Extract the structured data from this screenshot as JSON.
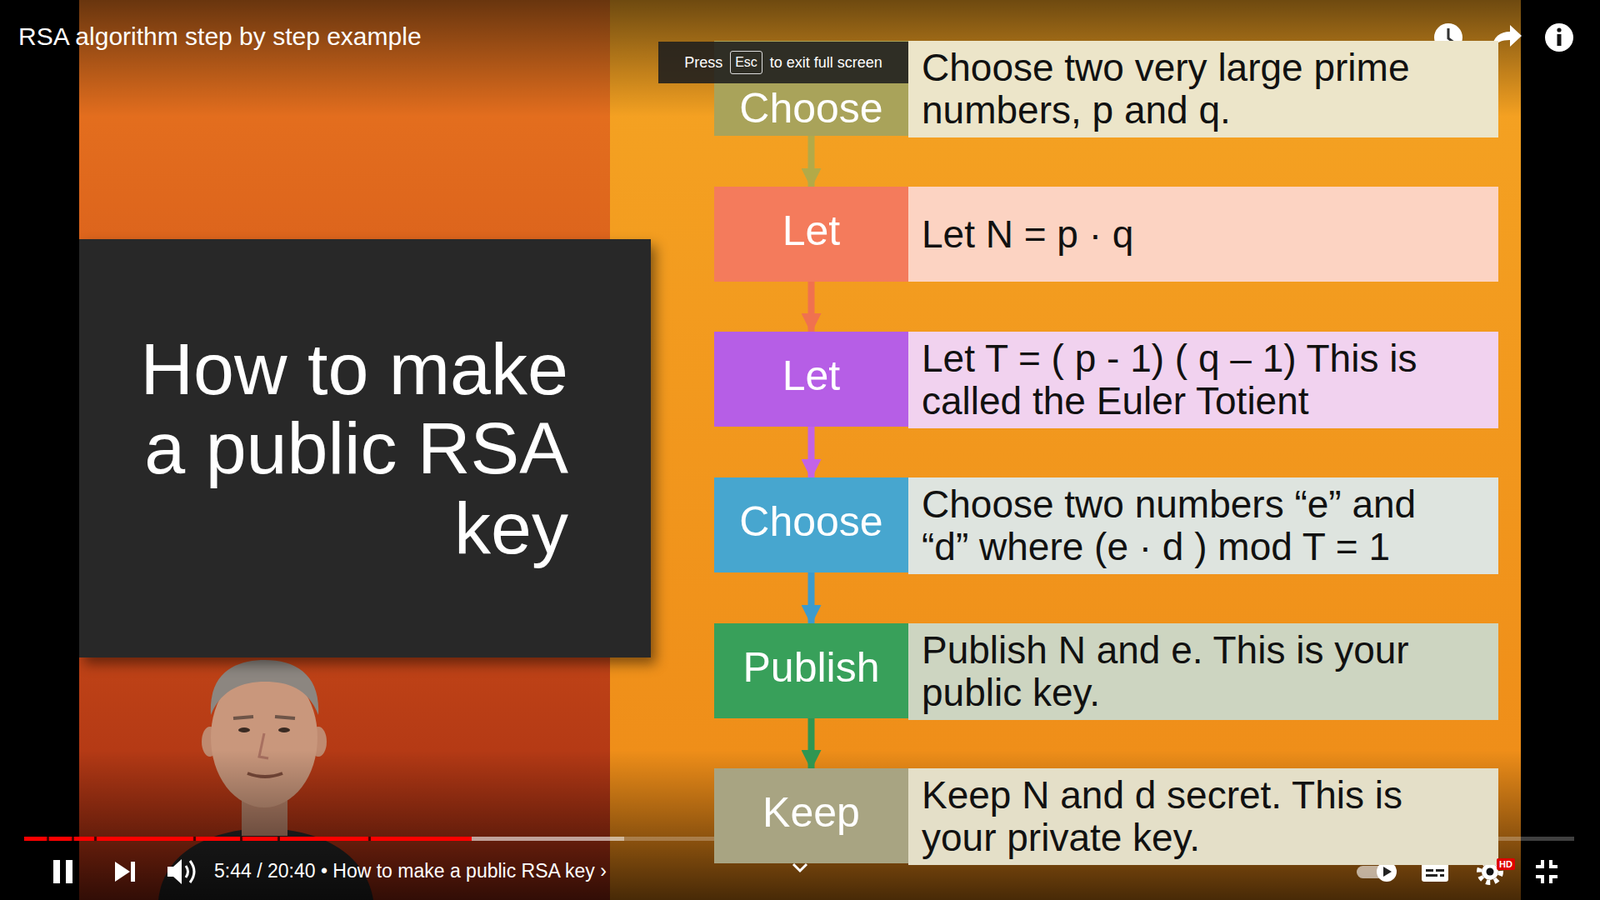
{
  "diagram": {
    "title": "RSA algorithm step by step example",
    "nodes": [
      {
        "text": [
          "How to make a public RSA key"
        ]
      },
      {
        "text": [
          "Choose"
        ]
      },
      {
        "text": [
          "Choose two very large prime numbers, p and q."
        ]
      },
      {
        "text": [
          "Let"
        ]
      },
      {
        "text": [
          "Let N = p · q"
        ]
      },
      {
        "text": [
          "Let"
        ]
      },
      {
        "text": [
          "Let T = ( p - 1) ( q – 1) This is called the Euler Totient"
        ]
      },
      {
        "text": [
          "Choose"
        ]
      },
      {
        "text": [
          "Choose two numbers “e” and “d” where (e · d ) mod T = 1"
        ]
      },
      {
        "text": [
          "Publish"
        ]
      },
      {
        "text": [
          "Publish N and e. This is your public key."
        ]
      },
      {
        "text": [
          "Keep"
        ]
      },
      {
        "text": [
          "Keep N and d secret. This is your private key."
        ]
      }
    ],
    "edges": [
      {
        "from": 1,
        "to": 3,
        "arrow": "to"
      },
      {
        "from": 3,
        "to": 5,
        "arrow": "to"
      },
      {
        "from": 5,
        "to": 7,
        "arrow": "to"
      },
      {
        "from": 7,
        "to": 9,
        "arrow": "to"
      },
      {
        "from": 9,
        "to": 11,
        "arrow": "to"
      }
    ],
    "labels": [
      "Press",
      "Esc",
      "to exit full screen",
      "5:44 / 20:40 • How to make a public RSA key ›",
      "HD"
    ]
  }
}
